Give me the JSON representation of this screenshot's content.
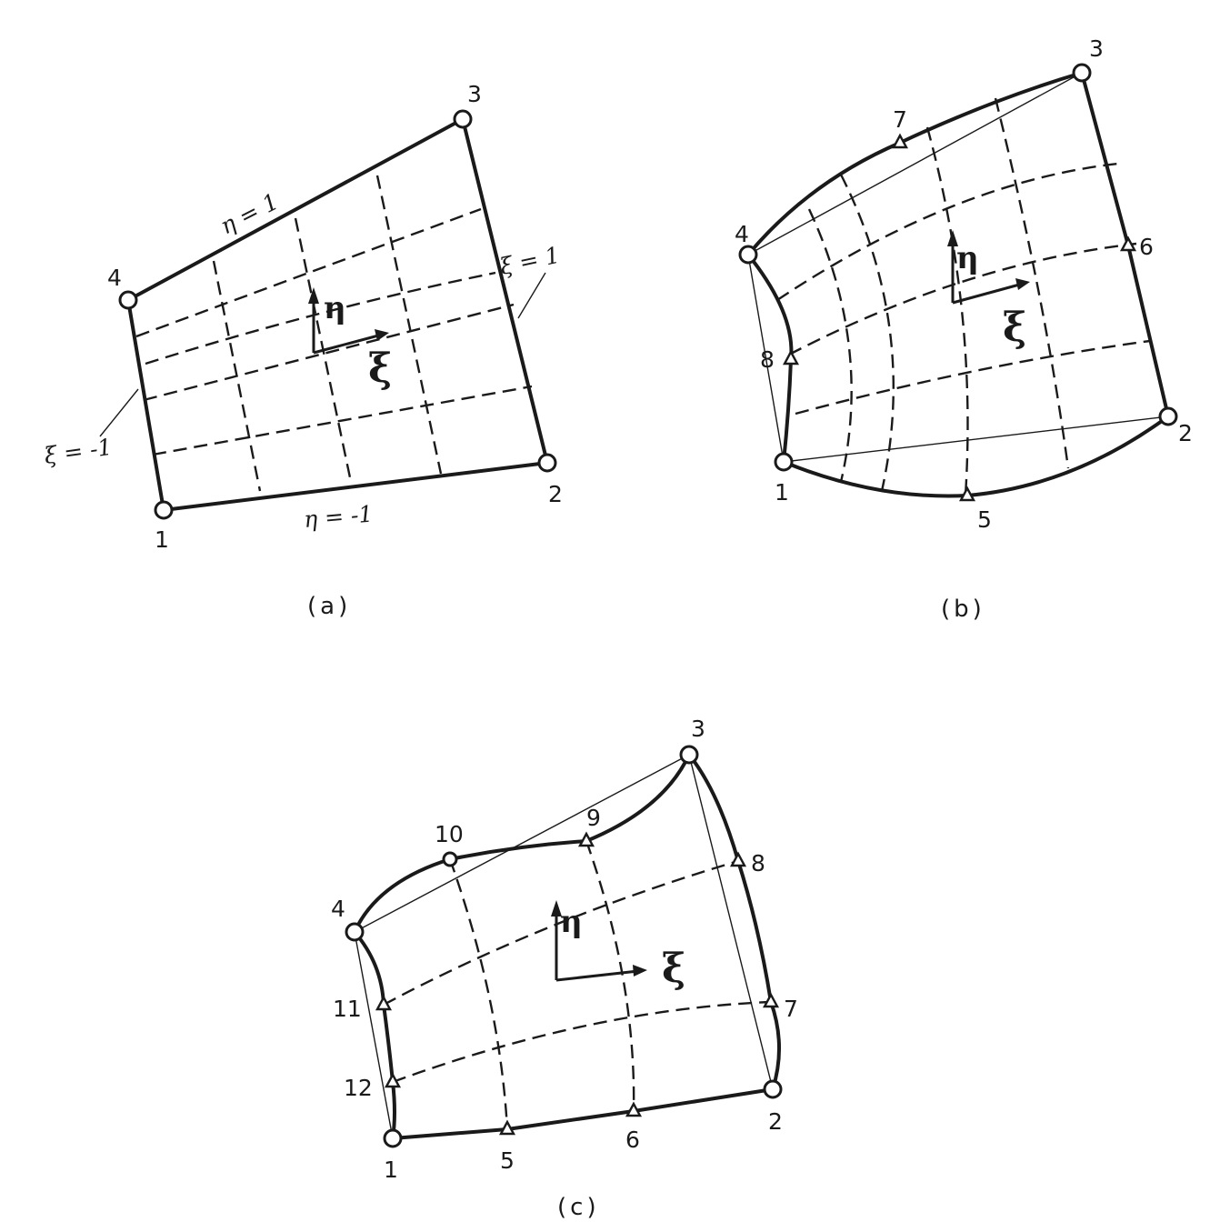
{
  "panel_a": {
    "caption": "(a)",
    "nodes": [
      "1",
      "2",
      "3",
      "4"
    ],
    "edge_labels": {
      "eta_plus": "η = 1",
      "eta_minus": "η = -1",
      "xi_plus": "ξ = 1",
      "xi_minus": "ξ = -1"
    },
    "axes": {
      "eta": "η",
      "xi": "ξ"
    }
  },
  "panel_b": {
    "caption": "(b)",
    "nodes": [
      "1",
      "2",
      "3",
      "4",
      "5",
      "6",
      "7",
      "8"
    ],
    "axes": {
      "eta": "η",
      "xi": "ξ"
    }
  },
  "panel_c": {
    "caption": "(c)",
    "nodes": [
      "1",
      "2",
      "3",
      "4",
      "5",
      "6",
      "7",
      "8",
      "9",
      "10",
      "11",
      "12"
    ],
    "axes": {
      "eta": "η",
      "xi": "ξ"
    }
  },
  "legend": {
    "corner_node_marker": "circle",
    "midside_node_marker": "triangle"
  }
}
